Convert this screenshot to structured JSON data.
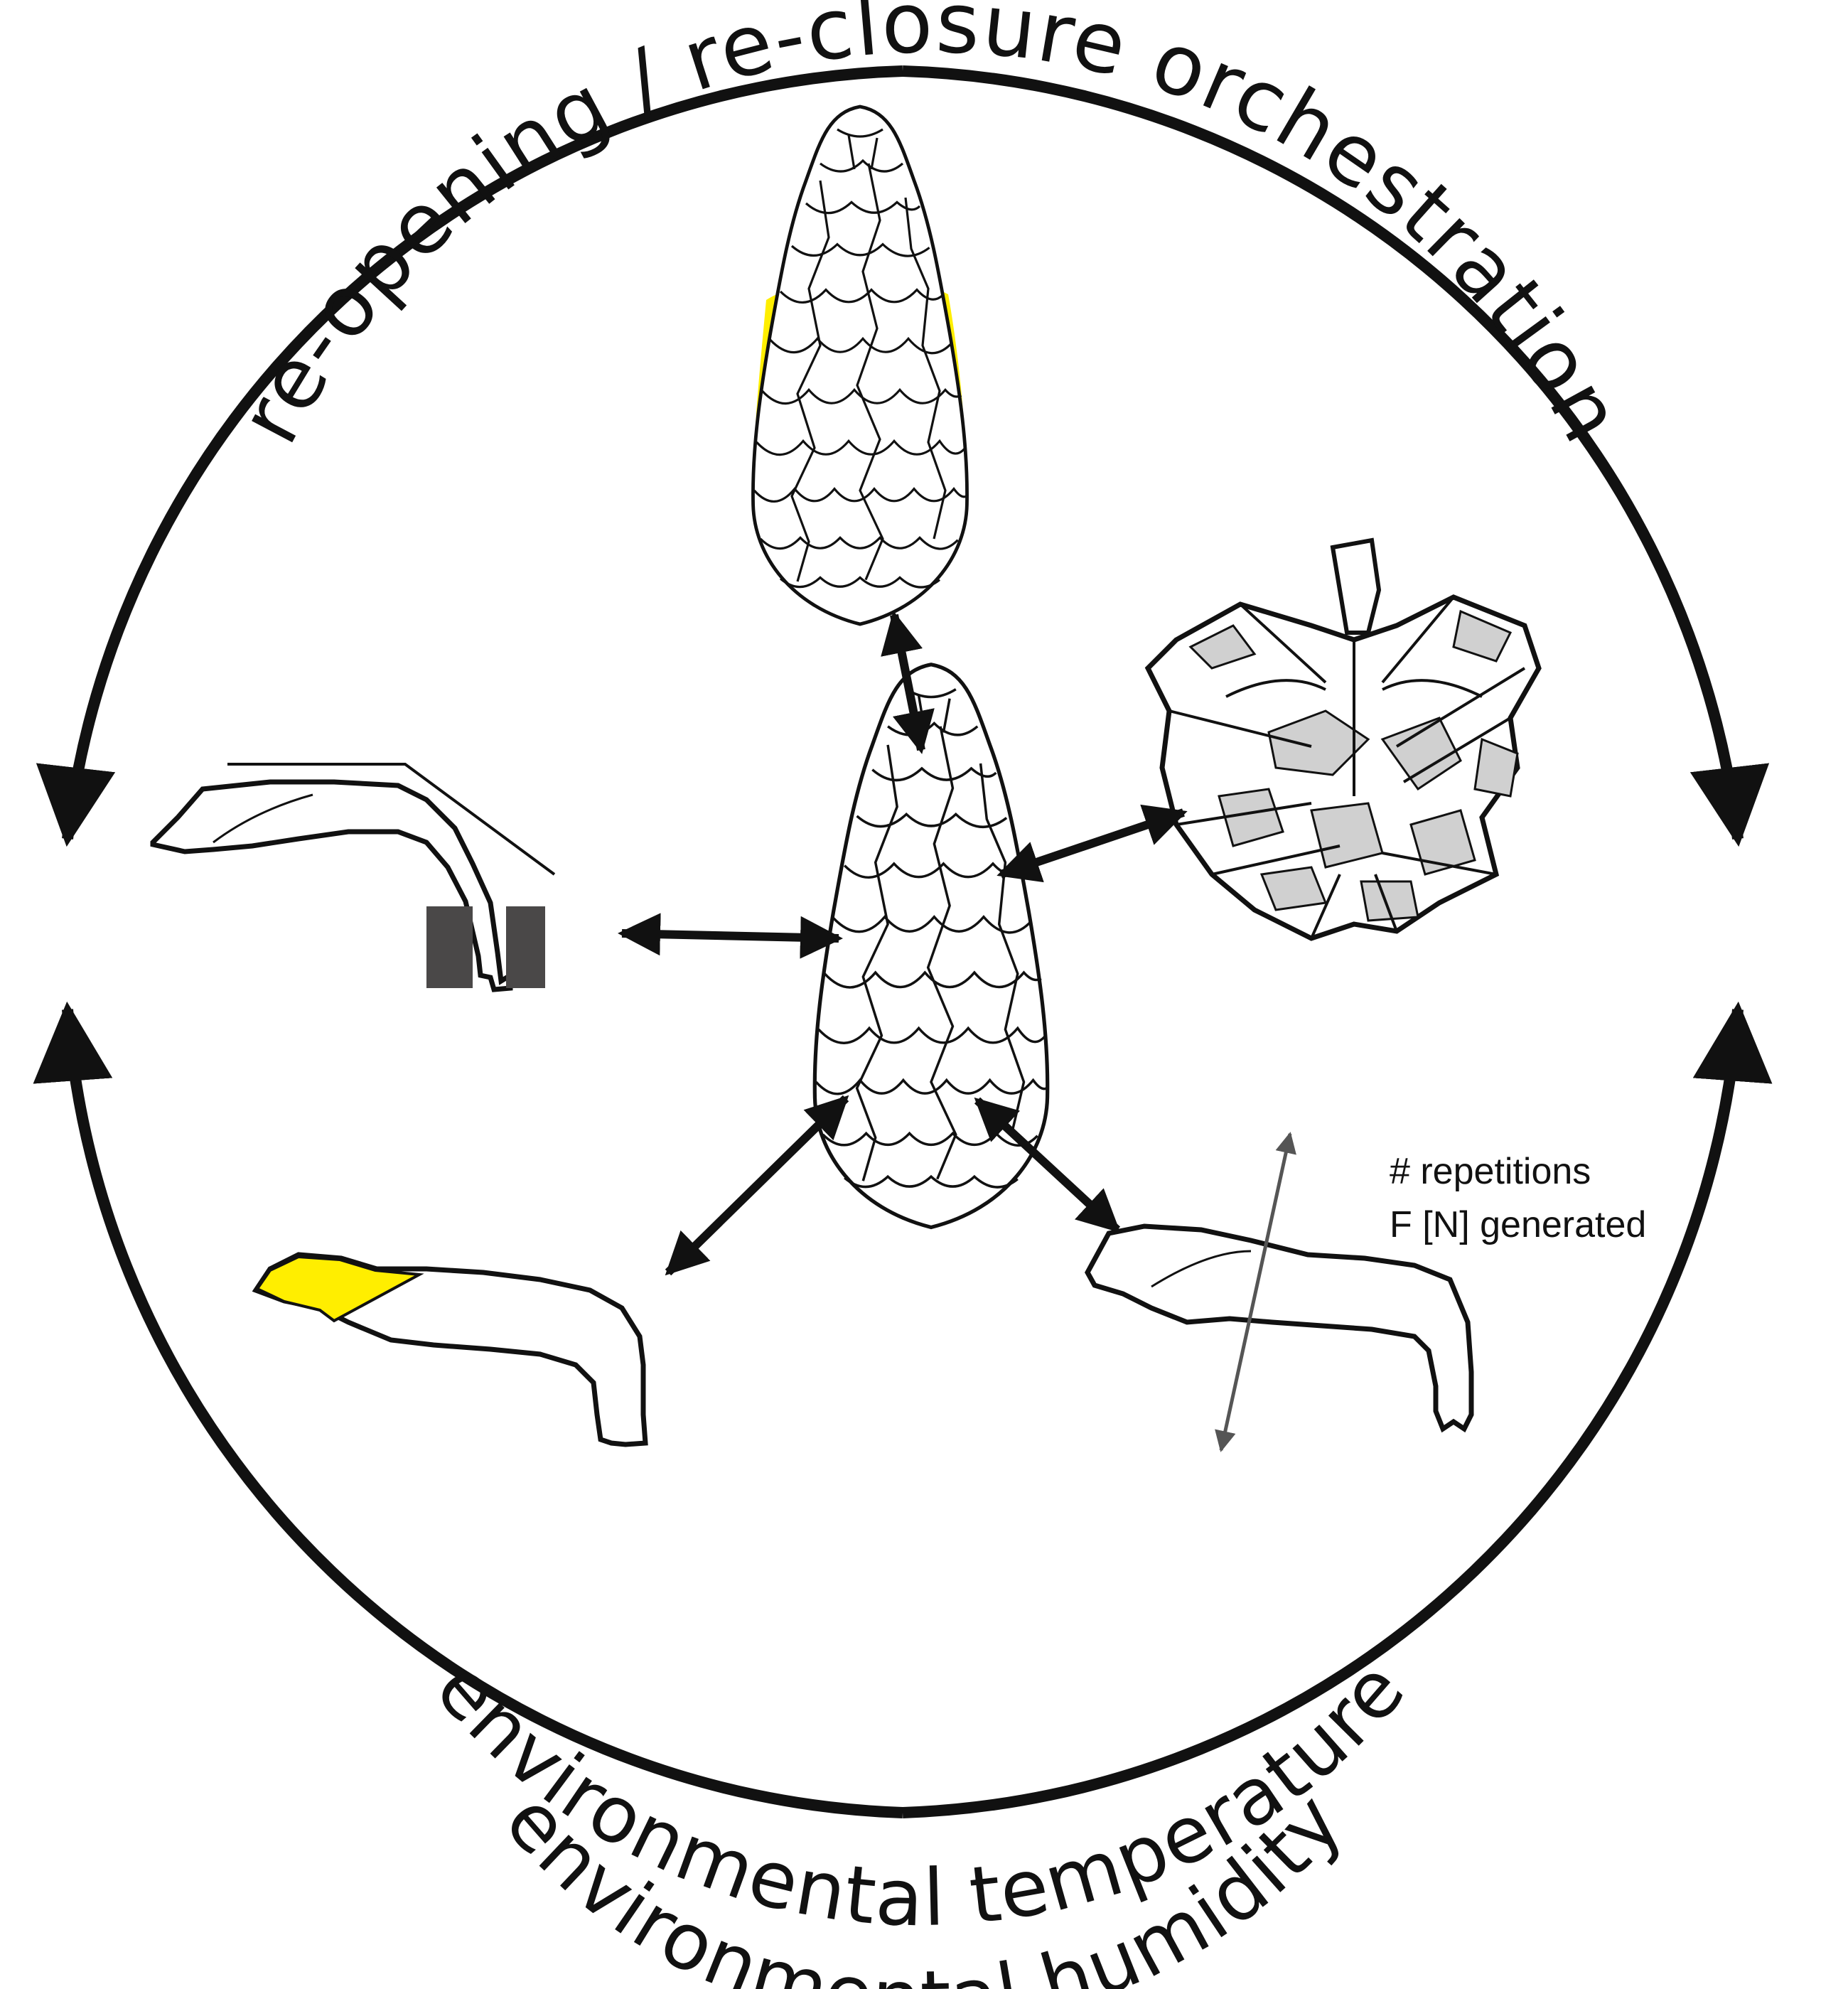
{
  "colors": {
    "ink": "#111111",
    "highlight": "#ffee00",
    "scale_grey": "#d0d0d0",
    "clamp": "#4a4848",
    "force_arrow": "#555555"
  },
  "labels": {
    "top_arc": "re-opening / re-closure orchestration",
    "bottom_arc_1": "environmental temperature",
    "bottom_arc_2": "environmental humidity",
    "repetitions": "# repetitions",
    "force": "F [N] generated"
  }
}
